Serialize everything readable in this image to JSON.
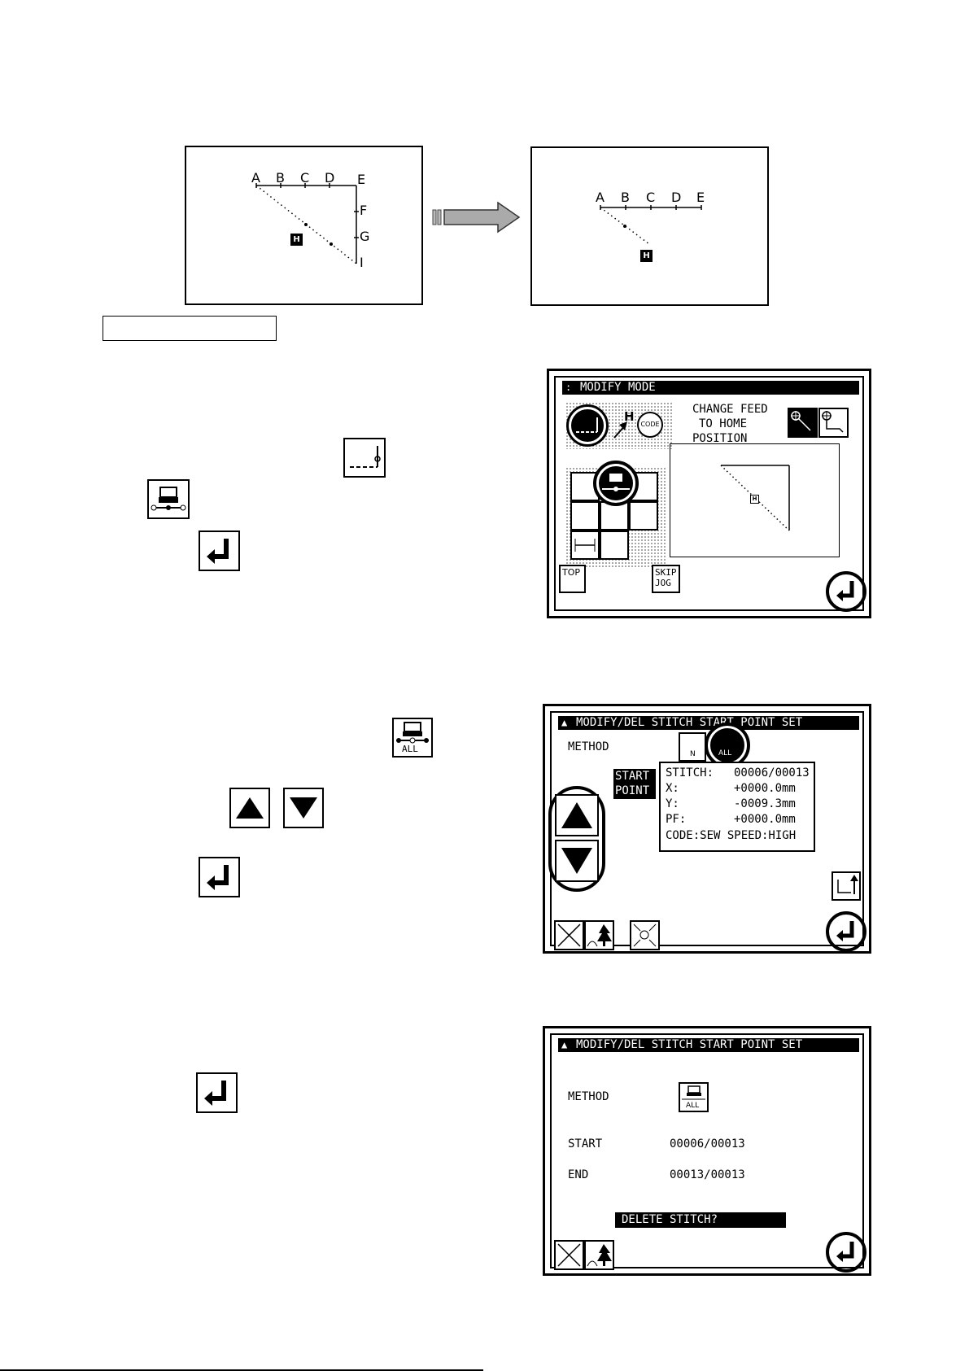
{
  "diagram_before": {
    "labels": [
      "A",
      "B",
      "C",
      "D",
      "E",
      "F",
      "G",
      "I"
    ],
    "home_label": "H"
  },
  "diagram_after": {
    "labels": [
      "A",
      "B",
      "C",
      "D",
      "E"
    ],
    "home_label": "H"
  },
  "screen1": {
    "title": "MODIFY MODE",
    "feed_text_1": "CHANGE FEED",
    "feed_text_2": "TO HOME",
    "feed_text_3": "POSITION",
    "code_label": "CODE",
    "h_label": "H",
    "top_label": "TOP",
    "skip_label_1": "SKIP",
    "skip_label_2": "JOG"
  },
  "screen2": {
    "title": "MODIFY/DEL STITCH  START POINT SET",
    "method_label": "METHOD",
    "all_label": "ALL",
    "n_label": "N",
    "start_label_1": "START",
    "start_label_2": "POINT",
    "info": [
      {
        "k": "STITCH:",
        "v": "00006/00013"
      },
      {
        "k": "X:",
        "v": "+0000.0mm"
      },
      {
        "k": "Y:",
        "v": "-0009.3mm"
      },
      {
        "k": "PF:",
        "v": "+0000.0mm"
      }
    ],
    "code_line": "CODE:SEW  SPEED:HIGH"
  },
  "screen3": {
    "title": "MODIFY/DEL STITCH  START POINT SET",
    "method_label": "METHOD",
    "all_label": "ALL",
    "start_label": "START",
    "start_value": "00006/00013",
    "end_label": "END",
    "end_value": "00013/00013",
    "prompt": "DELETE STITCH?"
  },
  "left_icons": {
    "all_label": "ALL"
  }
}
